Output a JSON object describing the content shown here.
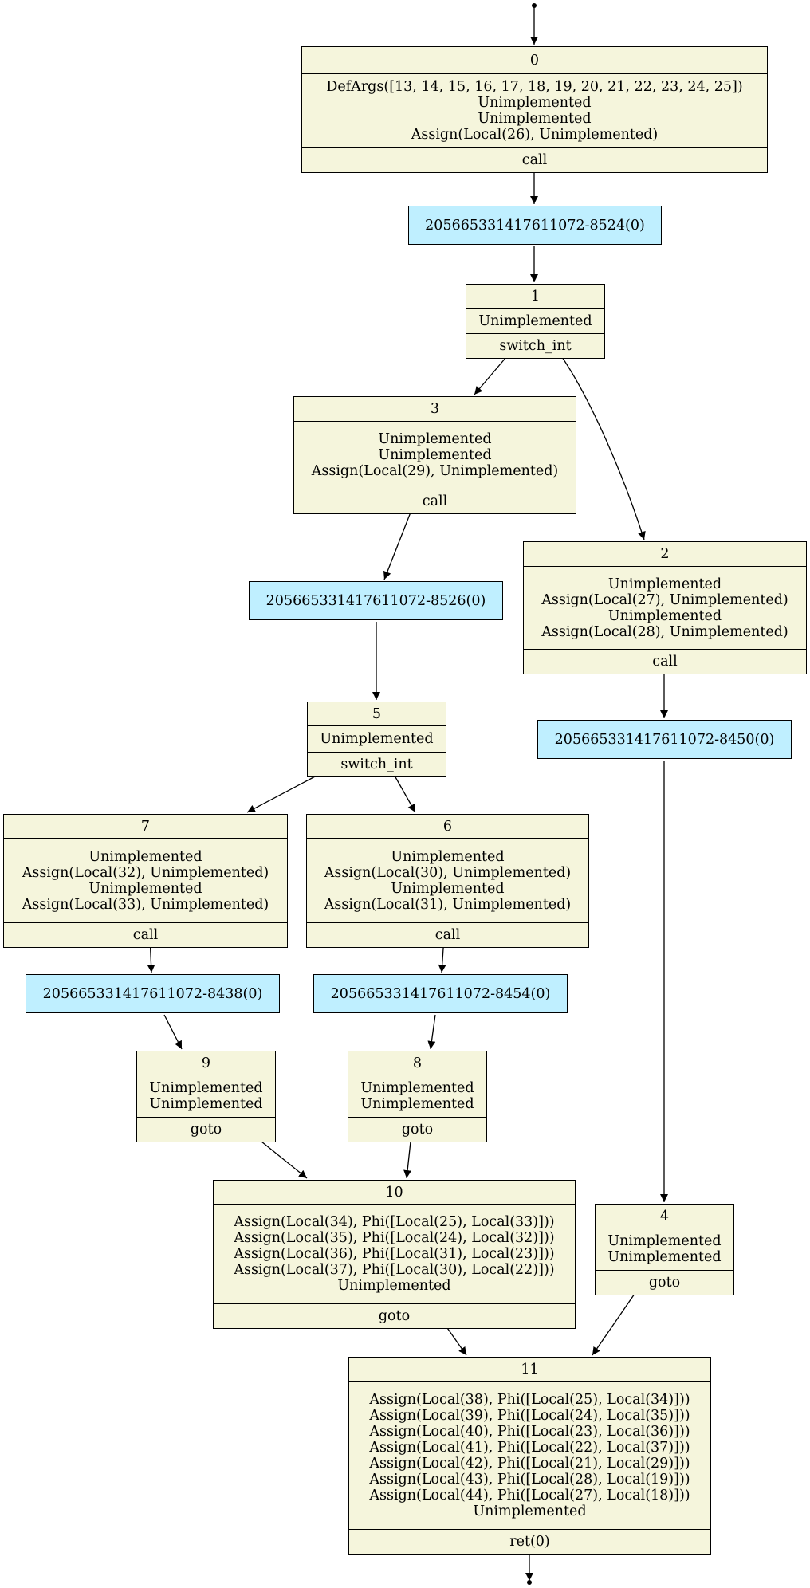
{
  "nodes": [
    {
      "id": "0",
      "stmts": [
        "DefArgs([13, 14, 15, 16, 17, 18, 19, 20, 21, 22, 23, 24, 25])",
        "Unimplemented",
        "Unimplemented",
        "Assign(Local(26), Unimplemented)"
      ],
      "term": "call"
    },
    {
      "id": "1",
      "stmts": [
        "Unimplemented"
      ],
      "term": "switch_int"
    },
    {
      "id": "3",
      "stmts": [
        "Unimplemented",
        "Unimplemented",
        "Assign(Local(29), Unimplemented)"
      ],
      "term": "call"
    },
    {
      "id": "2",
      "stmts": [
        "Unimplemented",
        "Assign(Local(27), Unimplemented)",
        "Unimplemented",
        "Assign(Local(28), Unimplemented)"
      ],
      "term": "call"
    },
    {
      "id": "5",
      "stmts": [
        "Unimplemented"
      ],
      "term": "switch_int"
    },
    {
      "id": "7",
      "stmts": [
        "Unimplemented",
        "Assign(Local(32), Unimplemented)",
        "Unimplemented",
        "Assign(Local(33), Unimplemented)"
      ],
      "term": "call"
    },
    {
      "id": "6",
      "stmts": [
        "Unimplemented",
        "Assign(Local(30), Unimplemented)",
        "Unimplemented",
        "Assign(Local(31), Unimplemented)"
      ],
      "term": "call"
    },
    {
      "id": "9",
      "stmts": [
        "Unimplemented",
        "Unimplemented"
      ],
      "term": "goto"
    },
    {
      "id": "8",
      "stmts": [
        "Unimplemented",
        "Unimplemented"
      ],
      "term": "goto"
    },
    {
      "id": "10",
      "stmts": [
        "Assign(Local(34), Phi([Local(25), Local(33)]))",
        "Assign(Local(35), Phi([Local(24), Local(32)]))",
        "Assign(Local(36), Phi([Local(31), Local(23)]))",
        "Assign(Local(37), Phi([Local(30), Local(22)]))",
        "Unimplemented"
      ],
      "term": "goto"
    },
    {
      "id": "4",
      "stmts": [
        "Unimplemented",
        "Unimplemented"
      ],
      "term": "goto"
    },
    {
      "id": "11",
      "stmts": [
        "Assign(Local(38), Phi([Local(25), Local(34)]))",
        "Assign(Local(39), Phi([Local(24), Local(35)]))",
        "Assign(Local(40), Phi([Local(23), Local(36)]))",
        "Assign(Local(41), Phi([Local(22), Local(37)]))",
        "Assign(Local(42), Phi([Local(21), Local(29)]))",
        "Assign(Local(43), Phi([Local(28), Local(19)]))",
        "Assign(Local(44), Phi([Local(27), Local(18)]))",
        "Unimplemented"
      ],
      "term": "ret(0)"
    }
  ],
  "calls": [
    {
      "key": "c0",
      "label": "205665331417611072-8524(0)"
    },
    {
      "key": "c3",
      "label": "205665331417611072-8526(0)"
    },
    {
      "key": "c2",
      "label": "205665331417611072-8450(0)"
    },
    {
      "key": "c7",
      "label": "205665331417611072-8438(0)"
    },
    {
      "key": "c6",
      "label": "205665331417611072-8454(0)"
    }
  ],
  "edges": [
    [
      "entry",
      "0"
    ],
    [
      "0",
      "c0"
    ],
    [
      "c0",
      "1"
    ],
    [
      "1",
      "3"
    ],
    [
      "1",
      "2"
    ],
    [
      "3",
      "c3"
    ],
    [
      "c3",
      "5"
    ],
    [
      "2",
      "c2"
    ],
    [
      "c2",
      "4"
    ],
    [
      "5",
      "7"
    ],
    [
      "5",
      "6"
    ],
    [
      "7",
      "c7"
    ],
    [
      "6",
      "c6"
    ],
    [
      "c7",
      "9"
    ],
    [
      "c6",
      "8"
    ],
    [
      "9",
      "10"
    ],
    [
      "8",
      "10"
    ],
    [
      "10",
      "11"
    ],
    [
      "4",
      "11"
    ],
    [
      "11",
      "exit"
    ]
  ]
}
